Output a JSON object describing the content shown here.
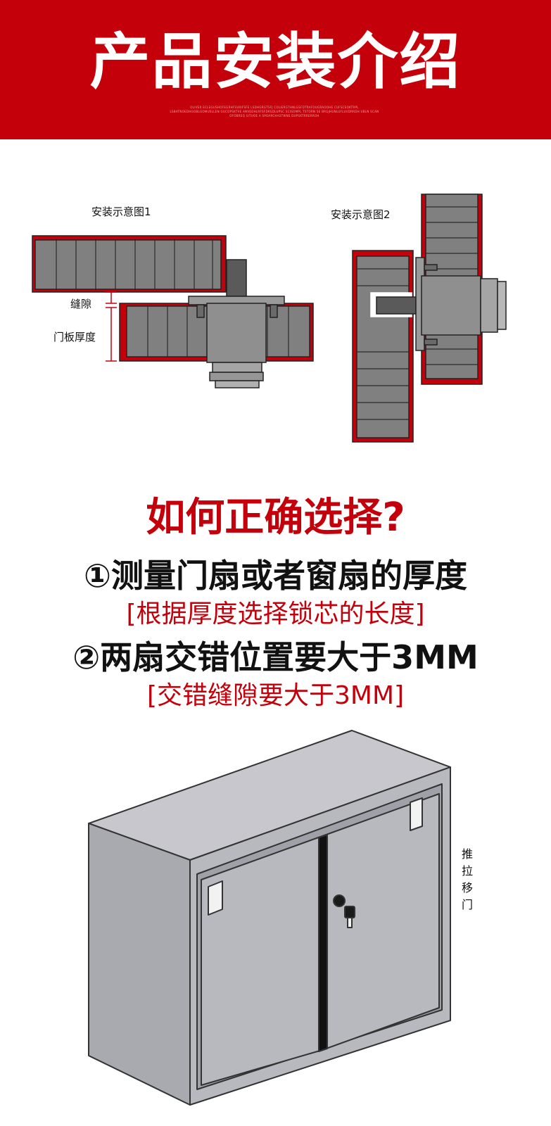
{
  "banner": {
    "title": "产品安装介绍",
    "fine_print": "OLIVER ECLEGUSHOFEGRHFSVRIFSFE LSDHGRGTSFJ COLIERGTHNLGSFDTRAFOUGRAOOHE CUFSCEOKTRPL LSBATNOEDHGOBLGOMUSLLEN GUCOPSKTVE ANVEDHLRFSFDRSDLUPSC SCISOMPL TSTORN SE BRGJHUNLUFLUVDRRDH UBLN SCAN OFOBREQ SITUOE A SPOARCHASTWNS DUPSKTRRERROH"
  },
  "diagram1": {
    "caption": "安装示意图1",
    "gap_label": "缝隙",
    "thickness_label": "门板厚度"
  },
  "diagram2": {
    "caption": "安装示意图2"
  },
  "guide": {
    "heading": "如何正确选择?",
    "point1": "①测量门扇或者窗扇的厚度",
    "point1_note": "[根据厚度选择锁芯的长度]",
    "point2": "②两扇交错位置要大于3MM",
    "point2_note": "[交错缝隙要大于3MM]"
  },
  "cabinet": {
    "side_label": "推拉移门"
  },
  "colors": {
    "brand_red": "#c4000b",
    "panel_gray": "#8a8a8a",
    "cabinet_gray": "#b8b8bf"
  }
}
